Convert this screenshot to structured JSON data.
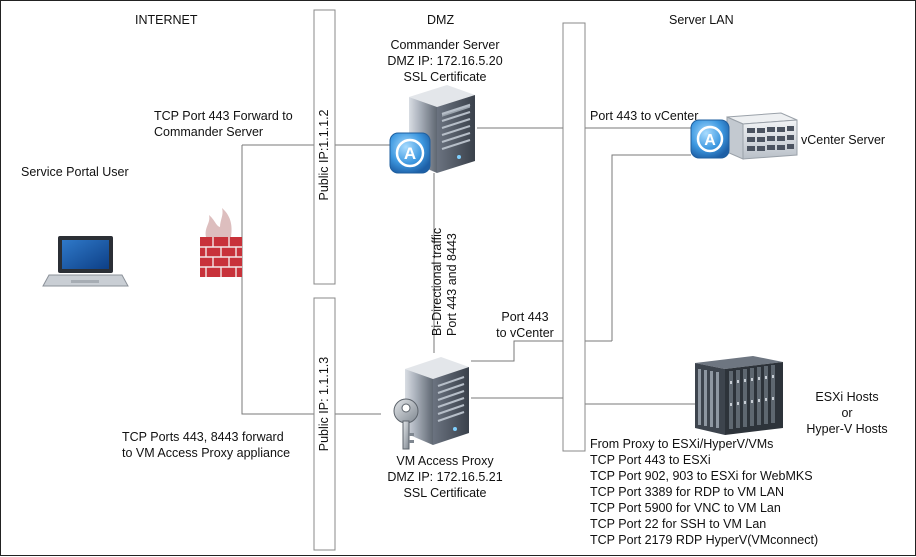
{
  "zones": {
    "internet": "INTERNET",
    "dmz": "DMZ",
    "server_lan": "Server LAN"
  },
  "user": {
    "label": "Service Portal User"
  },
  "commander": {
    "lines": [
      "Commander Server",
      "DMZ IP: 172.16.5.20",
      "SSL Certificate"
    ],
    "forward": [
      "TCP Port 443 Forward to",
      "Commander  Server"
    ],
    "public_ip": "Public IP:1.1.1.2"
  },
  "proxy": {
    "lines": [
      "VM Access Proxy",
      "DMZ IP: 172.16.5.21",
      "SSL Certificate"
    ],
    "forward": [
      "TCP Ports 443, 8443 forward",
      "to VM Access Proxy appliance"
    ],
    "public_ip": "Public IP: 1.1.1.3"
  },
  "bidirectional": [
    "Bi-Directional traffic",
    "Port 443 and 8443"
  ],
  "port443_vcenter_top": "Port 443 to vCenter",
  "port443_vcenter_mid": [
    "Port 443",
    "to vCenter"
  ],
  "vcenter": {
    "label": "vCenter Server"
  },
  "hosts": {
    "lines": [
      "ESXi Hosts",
      "or",
      "Hyper-V Hosts"
    ]
  },
  "proxy_ports": [
    "From Proxy to ESXi/HyperV/VMs",
    "TCP Port 443 to ESXi",
    "TCP Port 902, 903 to ESXi for WebMKS",
    "TCP Port 3389 for RDP to VM LAN",
    "TCP Port 5900 for VNC to VM Lan",
    "TCP Port 22 for SSH to VM Lan",
    "TCP Port 2179 RDP HyperV(VMconnect)"
  ],
  "icons": [
    "laptop-icon",
    "firewall-icon",
    "server-tower-icon",
    "appliance-logo-icon",
    "rack-server-icon",
    "blade-chassis-icon",
    "key-icon"
  ]
}
